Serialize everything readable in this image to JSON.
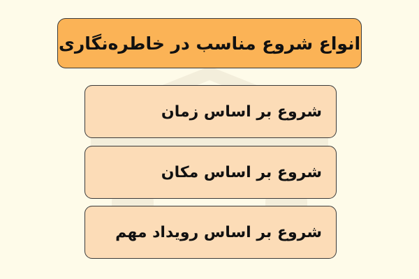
{
  "diagram": {
    "title": "انواع شروع مناسب در خاطره‌نگاری",
    "items": [
      {
        "label": "شروع بر اساس زمان"
      },
      {
        "label": "شروع بر اساس مکان"
      },
      {
        "label": "شروع بر اساس رویداد مهم"
      }
    ]
  },
  "colors": {
    "background": "#fefbe9",
    "title_fill": "#fbb356",
    "item_fill": "#fcdcb7",
    "border": "#3a3a3a",
    "text": "#111111",
    "watermark": "#f3eedb"
  },
  "icons": [
    "watermark-logo-icon"
  ]
}
